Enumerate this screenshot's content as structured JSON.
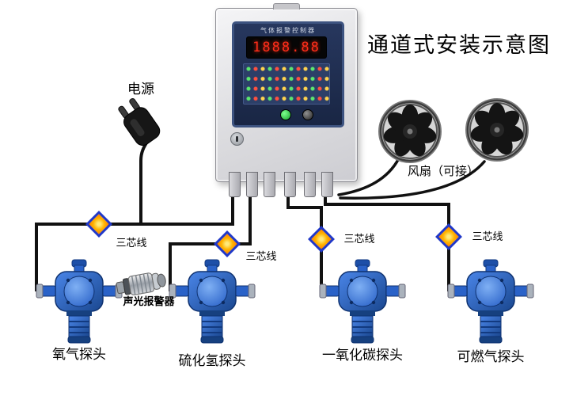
{
  "title": "通道式安装示意图",
  "controller": {
    "panel_title": "气体报警控制器",
    "display": "1888.88"
  },
  "power_label": "电源",
  "fan_label": "风扇（可接）",
  "alarm_label": "声光报警器",
  "wire_label": "三芯线",
  "detectors": [
    {
      "label": "氧气探头"
    },
    {
      "label": "硫化氢探头"
    },
    {
      "label": "一氧化碳探头"
    },
    {
      "label": "可燃气探头"
    }
  ],
  "colors": {
    "detector_blue": "#2a62c8",
    "wire_black": "#111111",
    "connector_yellow": "#ffb400",
    "connector_border": "#2038c8",
    "display_red": "#ff2d1a"
  }
}
